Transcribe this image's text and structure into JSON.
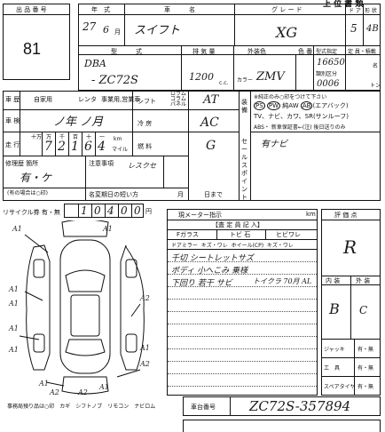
{
  "top_right": "上 位 書 類",
  "lot": {
    "label": "出 品 番 号",
    "value": "81"
  },
  "header": {
    "year_label": "年　式",
    "model_name_label": "車　　　名",
    "grade_label": "グ レ ー ド",
    "doors_label": "ド ア",
    "shape_label": "形 状",
    "year": "27",
    "month": "6",
    "month_unit": "月",
    "car_name": "スイフト",
    "grade": "XG",
    "doors": "5",
    "shape": "4B"
  },
  "spec": {
    "type_label": "型　　　式",
    "displacement_label": "排 気 量",
    "ext_color_label": "外装色",
    "color_no_label": "色 番",
    "model_spec_label": "型式指定",
    "category_label": "類別区分",
    "capacity_label": "定 員・積載",
    "type_prefix": "DBA",
    "type_code": "- ZC72S",
    "displacement": "1200",
    "cc": "c.c.",
    "color_prefix": "カラー",
    "color_code": "ZMV",
    "model_spec": "16650",
    "category": "0006",
    "capacity_unit1": "名",
    "capacity_unit2": "トン"
  },
  "row_inspection": {
    "type_label": "車 歴",
    "type_value": "自家用",
    "tab1": "レンタ",
    "tab2": "事業用,営業車",
    "shift_label": "シフト",
    "shift_options": [
      "ロラム",
      "コラム",
      "パネル"
    ],
    "shift_value": "AT"
  },
  "options": {
    "label": "装備",
    "line1": "※純正のみ○印をつけて下さい",
    "line2_items": [
      "PS",
      "PW",
      "純AW",
      "AB",
      "(エアバック)"
    ],
    "line3": "TV、ナビ、カワ、SR(サンルーフ)",
    "line4": "ABS・ 新車保証書←(注) 後日送りのみ"
  },
  "row_shaken": {
    "label": "車 検",
    "value": "ノ年 ノ月",
    "ac_label": "冷 房",
    "ac_value": "AC"
  },
  "row_mileage": {
    "label": "走 行",
    "units": [
      "十万",
      "万",
      "千",
      "百",
      "十",
      "一"
    ],
    "digits": [
      "7",
      "2",
      "1",
      "6",
      "4"
    ],
    "km": "km",
    "mile": "マイル",
    "fuel_label": "燃 料",
    "fuel_value": "G"
  },
  "sales_point": {
    "label": "セールスポイント",
    "value": "有ナビ"
  },
  "repair": {
    "label": "修理歴 箇所",
    "value": "有・ケ",
    "note_label": "注意事項",
    "note_value": "レスクセ"
  },
  "first_reg_note": "(有の場合は○印)",
  "short_notice": {
    "label": "名変期日の短い方",
    "month_unit": "月",
    "day_unit": "日まで"
  },
  "recycle": {
    "label": "リサイクル券 有・無",
    "digits": [
      "1",
      "0",
      "4",
      "0",
      "0"
    ],
    "unit": "円"
  },
  "diagram": {
    "marks": [
      "A1",
      "A1",
      "A1",
      "A1",
      "A2",
      "A1",
      "A1",
      "A1",
      "A2",
      "A1",
      "A2",
      "A1",
      "A2"
    ],
    "legend": "事務局預り品は○印　カギ　シフトノブ　リモコン　ナビロム"
  },
  "report": {
    "meter_label": "現メーター指示",
    "km": "km",
    "title": "【査 定 員 記 入】",
    "cols": [
      "Fガラス",
      "トビ 石",
      "ヒビワレ"
    ],
    "cols2": [
      "ドアミラー",
      "キズ・ワレ",
      "ホイール(CP)",
      "キズ・ワレ"
    ],
    "lines": [
      "千切 シートレットサズ",
      "ボディ 小へこみ 乗様",
      "下回り 若干 サビ"
    ],
    "line3_extra": "トイクラ 70月 AL"
  },
  "eval": {
    "label": "評 価 点",
    "value": "R",
    "interior_label": "内 装",
    "exterior_label": "外 装",
    "interior": "B",
    "exterior": "C"
  },
  "equipment": [
    {
      "label": "ジャッキ",
      "value": "有・無"
    },
    {
      "label": "工　具",
      "value": "有・無"
    },
    {
      "label": "スペアタイヤ",
      "value": "有・無"
    }
  ],
  "chassis": {
    "label": "車台番号",
    "value": "ZC72S-357894"
  }
}
